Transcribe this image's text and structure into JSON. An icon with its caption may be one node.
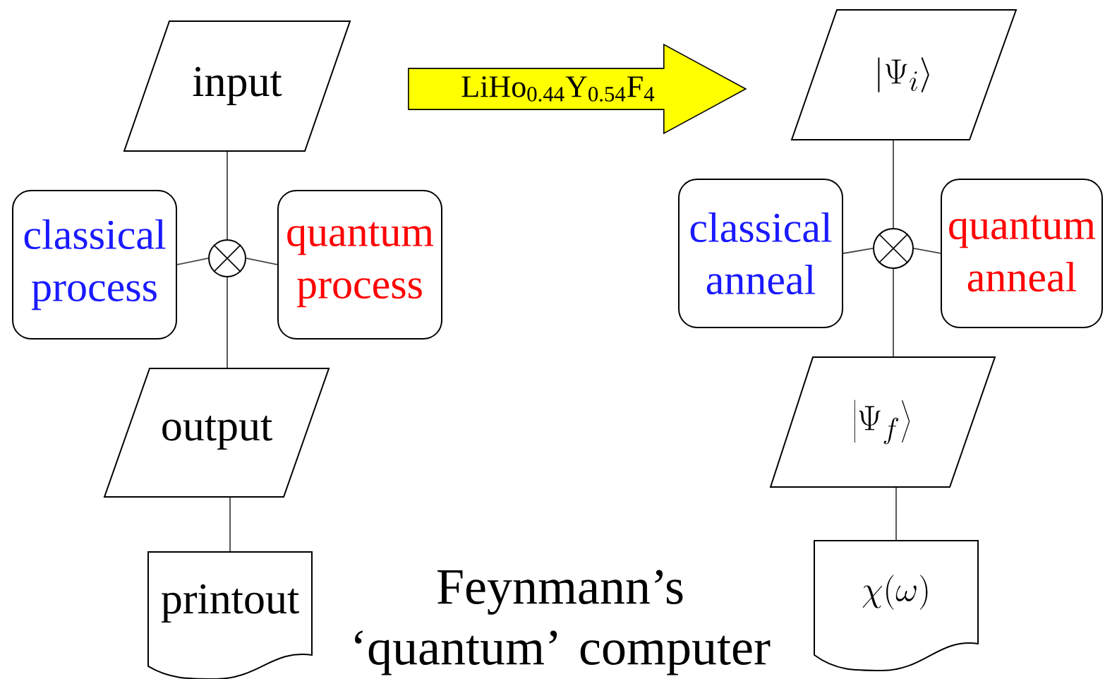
{
  "diagram": {
    "nodes": [
      {
        "text": [
          "input"
        ]
      },
      {
        "text": [
          "classical process"
        ]
      },
      {
        "text": [],
        "shape": "circle"
      },
      {
        "text": [
          "quantum process"
        ]
      },
      {
        "text": [
          "output"
        ]
      },
      {
        "text": [
          "printout"
        ]
      },
      {
        "text": [
          "LiHo$_{0.44}$Y$_{0.54}$F$_{4}$"
        ]
      },
      {
        "text": [
          "\\left|\\Psi_{i}\\right\\rangle"
        ]
      },
      {
        "text": [
          "classical anneal"
        ]
      },
      {
        "text": [],
        "shape": "circle"
      },
      {
        "text": [
          "quantum anneal"
        ]
      },
      {
        "text": [
          "\\left|\\Psi_{f}\\right\\rangle"
        ]
      },
      {
        "text": [
          "\\chi(\\omega)"
        ]
      }
    ],
    "edges": [
      {
        "from": 0,
        "to": 2,
        "arrow": "none"
      },
      {
        "from": 1,
        "to": 2,
        "arrow": "none"
      },
      {
        "from": 2,
        "to": 3,
        "arrow": "none"
      },
      {
        "from": 2,
        "to": 4,
        "arrow": "none"
      },
      {
        "from": 4,
        "to": 5,
        "arrow": "none"
      },
      {
        "from": 7,
        "to": 9,
        "arrow": "none"
      },
      {
        "from": 8,
        "to": 9,
        "arrow": "none"
      },
      {
        "from": 9,
        "to": 10,
        "arrow": "none"
      },
      {
        "from": 9,
        "to": 11,
        "arrow": "none"
      },
      {
        "from": 11,
        "to": 12,
        "arrow": "none"
      }
    ],
    "labels": [
      "Feynmann’s ‘quantum’ computer"
    ]
  }
}
